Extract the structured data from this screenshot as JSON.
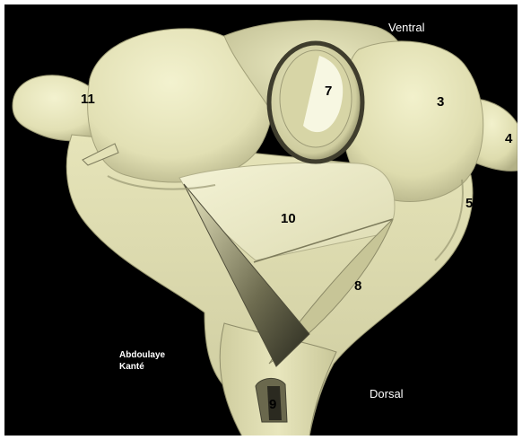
{
  "colors": {
    "background": "#000000",
    "bone_light": "#efefc6",
    "bone_mid": "#d9d7a8",
    "bone_shadow": "#8f8d6a",
    "frame": "#ffffff",
    "label_text": "#000000",
    "caption_text": "#ffffff"
  },
  "orientation": {
    "top": "Ventral",
    "bottom": "Dorsal"
  },
  "author": {
    "line1": "Abdoulaye",
    "line2": "Kanté"
  },
  "structure_labels": [
    "11",
    "7",
    "3",
    "4",
    "5",
    "10",
    "8",
    "9"
  ]
}
